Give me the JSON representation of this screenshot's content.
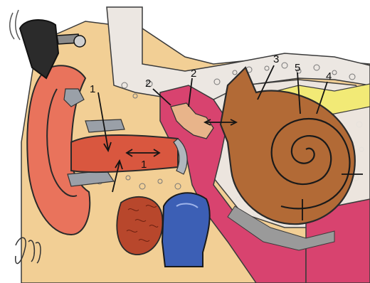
{
  "labels": {
    "l1_outer": "1",
    "l1_canal": "1",
    "l2_left": "2",
    "l2_right": "2",
    "l3": "3",
    "l4": "4",
    "l5": "5"
  },
  "colors": {
    "skin": "#f2cf95",
    "auricle": "#e9735c",
    "canal": "#d9573f",
    "bone": "#ece7e2",
    "cochlea": "#b26a36",
    "cochlea_dark": "#8b4f25",
    "mucosa": "#d8436f",
    "vessel": "#3c5fb5",
    "gland": "#b8472c",
    "nerve": "#f2ea76",
    "device": "#2b2b2b"
  },
  "icons": {
    "hearing_aid": "behind-the-ear-hearing-aid-icon",
    "signature": "artist-signature-icon"
  }
}
